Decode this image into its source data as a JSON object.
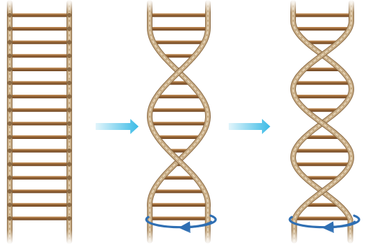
{
  "diagram": {
    "description_visible_text": "",
    "panels": [
      {
        "id": "straight-ladder",
        "stage": "untwisted"
      },
      {
        "id": "twisted-ladder-1",
        "stage": "partially-twisted",
        "rotation_arrow": true
      },
      {
        "id": "twisted-ladder-2",
        "stage": "double-helix",
        "rotation_arrow": true
      }
    ],
    "arrows": [
      {
        "from": "straight-ladder",
        "to": "twisted-ladder-1"
      },
      {
        "from": "twisted-ladder-1",
        "to": "twisted-ladder-2"
      }
    ],
    "colors": {
      "rope": "#c8ad86",
      "rope_dark": "#8b6a44",
      "rung": "#9a6a3c",
      "rung_light": "#c9955d",
      "arrow_cyan": "#3bbbe6",
      "rotation_blue": "#2f6fb3"
    }
  }
}
